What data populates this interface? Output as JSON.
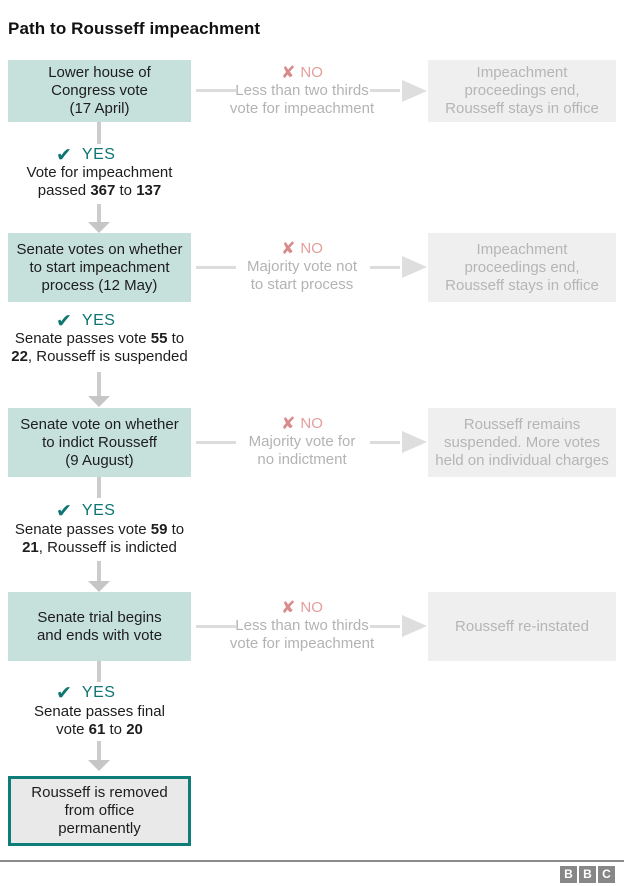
{
  "title": "Path to Rousseff impeachment",
  "icons": {
    "x": "✘",
    "check": "✔"
  },
  "colors": {
    "step_box_bg": "#c6e0dc",
    "outcome_box_bg": "#efefef",
    "yes_teal": "#0d7572",
    "no_pink": "#e59c9c",
    "final_box_border": "#0e7c78",
    "muted_text": "#b3b3b3",
    "connector_gray": "#cccccc"
  },
  "rows": [
    {
      "step": "Lower house of\nCongress vote\n(17 April)",
      "no_label": "NO",
      "no_detail": "Less than two thirds\nvote for impeachment",
      "outcome": "Impeachment\nproceedings end,\nRousseff stays in office",
      "yes_label": "YES",
      "yes_detail": [
        {
          "text": "Vote for impeachment\npassed "
        },
        {
          "text": "367",
          "bold": true
        },
        {
          "text": " to "
        },
        {
          "text": "137",
          "bold": true
        }
      ]
    },
    {
      "step": "Senate votes on whether\nto start impeachment\nprocess (12 May)",
      "no_label": "NO",
      "no_detail": "Majority vote not\nto start process",
      "outcome": "Impeachment\nproceedings end,\nRousseff stays in office",
      "yes_label": "YES",
      "yes_detail": [
        {
          "text": "Senate passes vote "
        },
        {
          "text": "55",
          "bold": true
        },
        {
          "text": " to\n"
        },
        {
          "text": "22",
          "bold": true
        },
        {
          "text": ", Rousseff is suspended"
        }
      ]
    },
    {
      "step": "Senate vote on whether\nto indict Rousseff\n(9 August)",
      "no_label": "NO",
      "no_detail": "Majority vote for\nno indictment",
      "outcome": "Rousseff remains\nsuspended. More votes\nheld on individual charges",
      "yes_label": "YES",
      "yes_detail": [
        {
          "text": "Senate passes vote "
        },
        {
          "text": "59",
          "bold": true
        },
        {
          "text": " to\n"
        },
        {
          "text": "21",
          "bold": true
        },
        {
          "text": ", Rousseff is indicted"
        }
      ]
    },
    {
      "step": "Senate trial begins\nand ends with vote",
      "no_label": "NO",
      "no_detail": "Less than two thirds\nvote for impeachment",
      "outcome": "Rousseff re-instated",
      "yes_label": "YES",
      "yes_detail": [
        {
          "text": "Senate passes final\nvote "
        },
        {
          "text": "61",
          "bold": true
        },
        {
          "text": " to "
        },
        {
          "text": "20",
          "bold": true
        }
      ]
    }
  ],
  "final_box": {
    "label": "Rousseff is removed\nfrom office\npermanently"
  },
  "footer": {
    "logo": [
      "B",
      "B",
      "C"
    ]
  }
}
